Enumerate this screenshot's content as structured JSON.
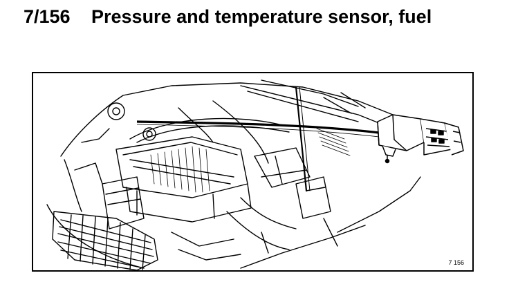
{
  "heading": {
    "number": "7/156",
    "title": "Pressure and temperature sensor, fuel"
  },
  "figure": {
    "label": "7  156"
  }
}
